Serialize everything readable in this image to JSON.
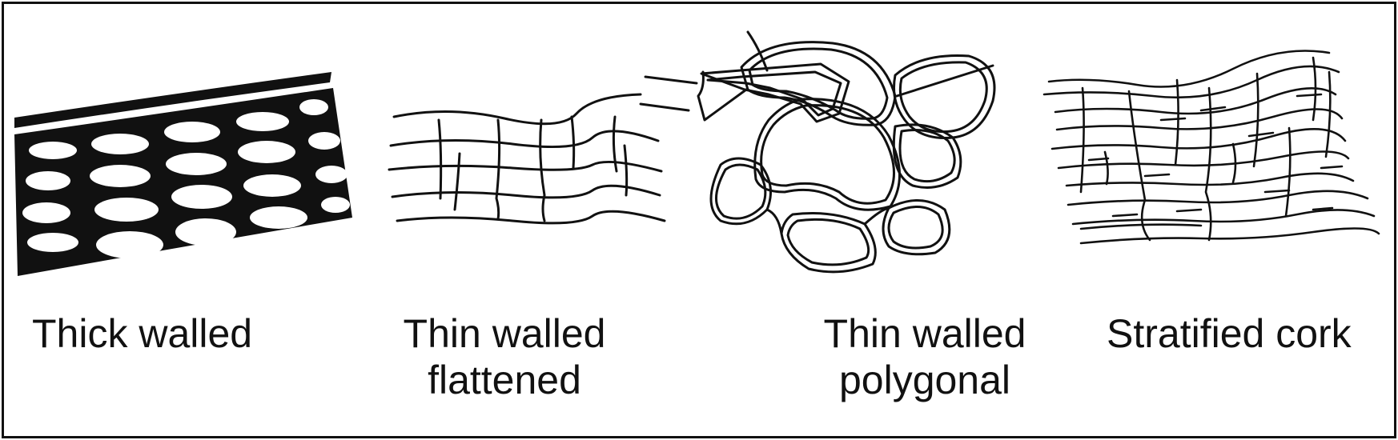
{
  "figure": {
    "panels": [
      {
        "id": "thick",
        "lines": [
          "Thick walled"
        ]
      },
      {
        "id": "flattened",
        "lines": [
          "Thin walled",
          "flattened"
        ]
      },
      {
        "id": "polygonal",
        "lines": [
          "Thin walled",
          "polygonal"
        ]
      },
      {
        "id": "cork",
        "lines": [
          "Stratified cork"
        ]
      }
    ],
    "colors": {
      "ink": "#111111",
      "background": "#ffffff"
    }
  }
}
